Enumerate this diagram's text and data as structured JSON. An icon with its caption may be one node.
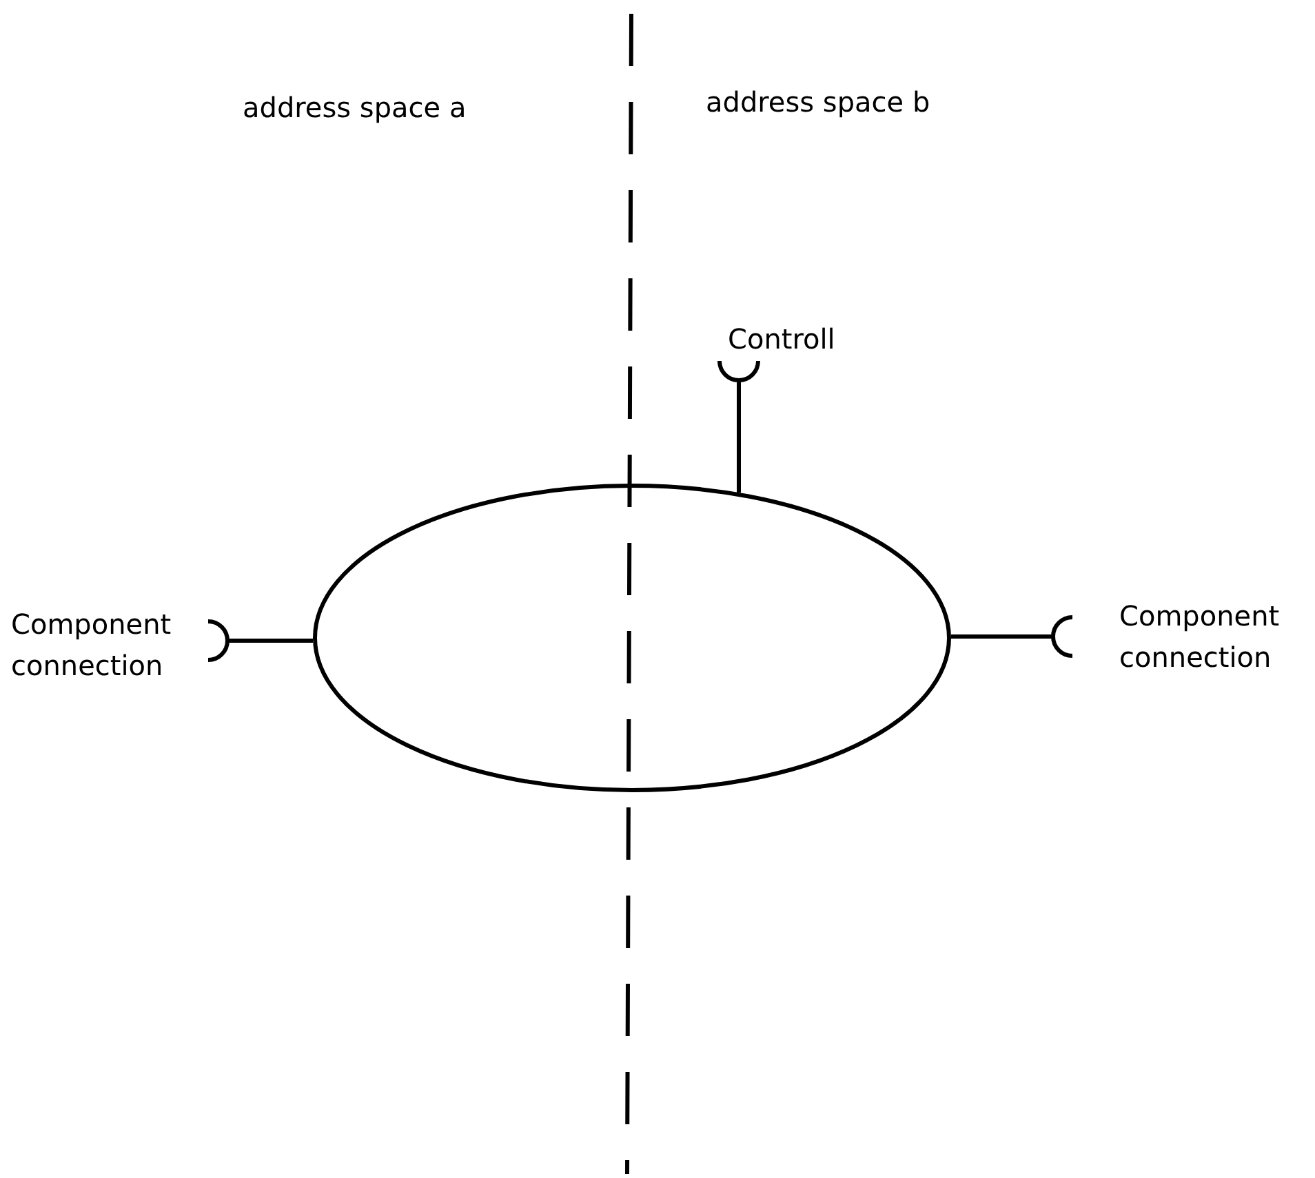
{
  "diagram": {
    "nodes": [
      {
        "text": [
          "Controll"
        ]
      },
      {
        "text": [
          "Component connection"
        ]
      },
      {
        "text": [],
        "shape": "ellipse"
      },
      {
        "text": [
          "Component connection"
        ]
      }
    ],
    "edges": [
      {
        "from": 2,
        "to": 0,
        "arrow": "other"
      },
      {
        "from": 2,
        "to": 1,
        "arrow": "other"
      },
      {
        "from": 2,
        "to": 3,
        "arrow": "other"
      }
    ],
    "labels": [
      "address space a",
      "address space b"
    ]
  }
}
